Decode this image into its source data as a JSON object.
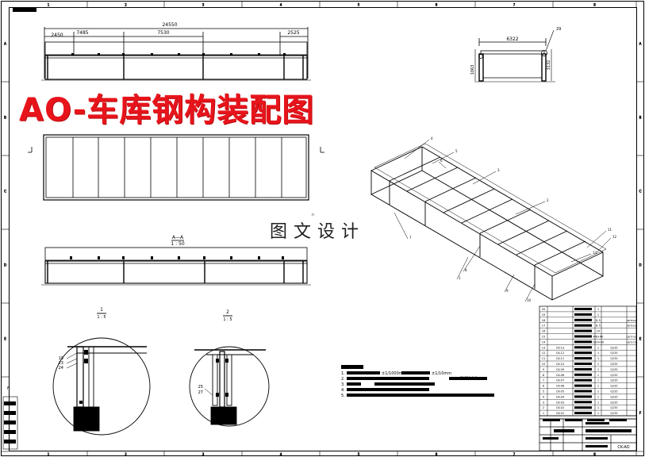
{
  "drawing": {
    "title": "AO-车库钢构装配图",
    "watermark": "图文设计",
    "watermark_glyph": "\"",
    "drawing_no": "CK-AO"
  },
  "front_view": {
    "overall_dim": "24550",
    "segment_dims": [
      "7485",
      "7530",
      "2525"
    ],
    "left_dim": "2450"
  },
  "side_view": {
    "width_dim": "6322",
    "height_left": "1063",
    "height_right": "3132",
    "balloon": "29"
  },
  "section_view": {
    "label": "A—A",
    "scale": "1 : 50"
  },
  "details": [
    {
      "label": "1",
      "scale": "1 : 5",
      "callouts": [
        "19",
        "23",
        "24"
      ]
    },
    {
      "label": "2",
      "scale": "1 : 5",
      "callouts": [
        "25",
        "27"
      ]
    }
  ],
  "iso_view": {
    "callouts": [
      "4",
      "5",
      "3",
      "6",
      "2",
      "7",
      "8",
      "1",
      "9",
      "10",
      "11",
      "12",
      "14"
    ]
  },
  "notes": {
    "items": [
      "1.",
      "2.",
      "3.",
      "4.",
      "5."
    ],
    "values": [
      "±1/1000mm",
      "±1/10mm",
      "ZYCD6-1.2"
    ]
  },
  "bom": {
    "rows": [
      {
        "no": "20",
        "code": "",
        "qty": "1",
        "mat": "",
        "remark": ""
      },
      {
        "no": "19",
        "code": "",
        "qty": "1",
        "mat": "",
        "remark": ""
      },
      {
        "no": "18",
        "code": "",
        "qty": "8.5",
        "mat": "",
        "remark": "GB/T8162"
      },
      {
        "no": "17",
        "code": "",
        "qty": "8.5",
        "mat": "",
        "remark": "GB/T8162"
      },
      {
        "no": "16",
        "code": "",
        "qty": "10",
        "mat": "",
        "remark": ""
      },
      {
        "no": "15",
        "code": "",
        "qty": "M6×40",
        "mat": "",
        "remark": "GB/T5782"
      },
      {
        "no": "14",
        "code": "",
        "qty": "100×40",
        "mat": "",
        "remark": "GB/T6728"
      },
      {
        "no": "13",
        "code": "CK-13",
        "qty": "1",
        "mat": "Q235",
        "remark": ""
      },
      {
        "no": "12",
        "code": "CK-12",
        "qty": "1",
        "mat": "Q235",
        "remark": ""
      },
      {
        "no": "11",
        "code": "CK-11",
        "qty": "1",
        "mat": "Q235",
        "remark": ""
      },
      {
        "no": "10",
        "code": "CK-10",
        "qty": "1",
        "mat": "Q235",
        "remark": ""
      },
      {
        "no": "9",
        "code": "CK-09",
        "qty": "1",
        "mat": "Q235",
        "remark": ""
      },
      {
        "no": "8",
        "code": "CK-08",
        "qty": "1",
        "mat": "Q235",
        "remark": ""
      },
      {
        "no": "7",
        "code": "CK-07",
        "qty": "1",
        "mat": "Q235",
        "remark": ""
      },
      {
        "no": "6",
        "code": "CK-06",
        "qty": "1",
        "mat": "Q235",
        "remark": ""
      },
      {
        "no": "5",
        "code": "CK-05",
        "qty": "1",
        "mat": "Q235",
        "remark": ""
      },
      {
        "no": "4",
        "code": "CK-04",
        "qty": "1",
        "mat": "Q235",
        "remark": ""
      },
      {
        "no": "3",
        "code": "CK-03",
        "qty": "1",
        "mat": "Q235",
        "remark": ""
      },
      {
        "no": "2",
        "code": "CK-02",
        "qty": "1",
        "mat": "Q235",
        "remark": ""
      },
      {
        "no": "1",
        "code": "CK-01",
        "qty": "1",
        "mat": "Q235",
        "remark": ""
      }
    ]
  },
  "border": {
    "top_marks": [
      "1",
      "2",
      "3",
      "4",
      "5",
      "6",
      "7",
      "8"
    ],
    "side_marks": [
      "A",
      "B",
      "C",
      "D",
      "E",
      "F"
    ],
    "stamp": "F"
  },
  "colors": {
    "title": "#e8141b",
    "line": "#000000"
  }
}
